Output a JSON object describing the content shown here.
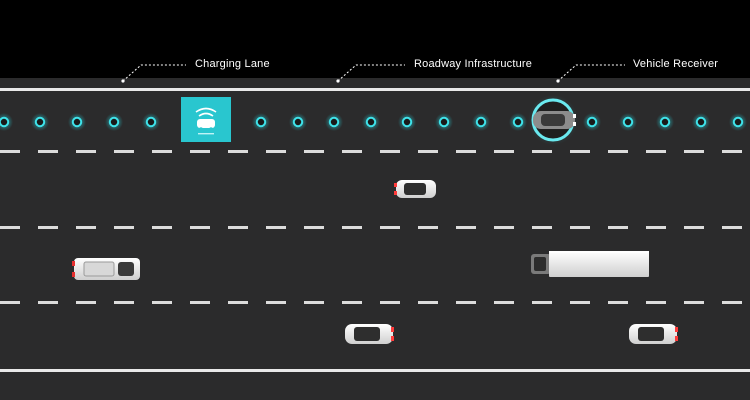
{
  "callouts": {
    "charging_lane": "Charging Lane",
    "roadway_infrastructure": "Roadway Infrastructure",
    "vehicle_receiver": "Vehicle Receiver"
  },
  "colors": {
    "road": "#2b2b2c",
    "charging_glow": "#27c7d0",
    "lane_marking": "#e0e0e0",
    "tail_light": "#e33030"
  }
}
